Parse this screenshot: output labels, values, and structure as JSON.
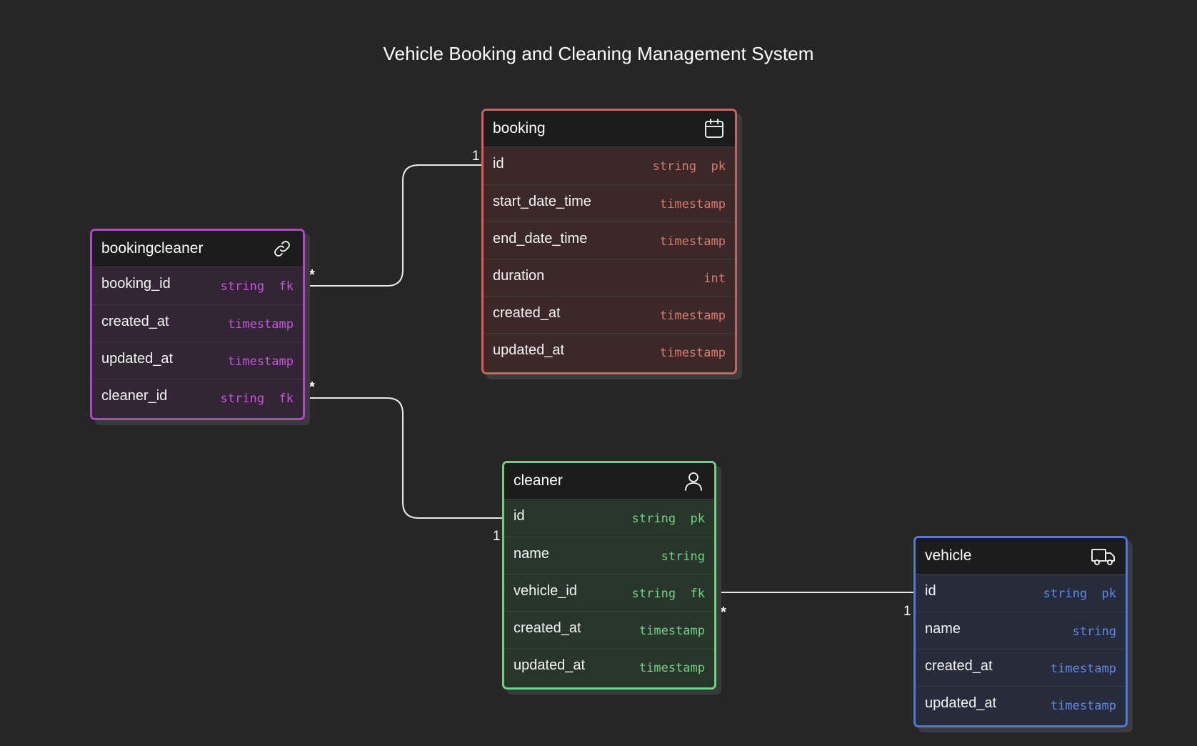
{
  "title": "Vehicle Booking and Cleaning Management System",
  "entities": {
    "booking": {
      "name": "booking",
      "icon": "calendar-icon",
      "color": "#c8665b",
      "fields": [
        {
          "name": "id",
          "type": "string  pk"
        },
        {
          "name": "start_date_time",
          "type": "timestamp"
        },
        {
          "name": "end_date_time",
          "type": "timestamp"
        },
        {
          "name": "duration",
          "type": "int"
        },
        {
          "name": "created_at",
          "type": "timestamp"
        },
        {
          "name": "updated_at",
          "type": "timestamp"
        }
      ]
    },
    "bookingcleaner": {
      "name": "bookingcleaner",
      "icon": "link-icon",
      "color": "#b046c8",
      "fields": [
        {
          "name": "booking_id",
          "type": "string  fk"
        },
        {
          "name": "created_at",
          "type": "timestamp"
        },
        {
          "name": "updated_at",
          "type": "timestamp"
        },
        {
          "name": "cleaner_id",
          "type": "string  fk"
        }
      ]
    },
    "cleaner": {
      "name": "cleaner",
      "icon": "user-icon",
      "color": "#6fcf82",
      "fields": [
        {
          "name": "id",
          "type": "string  pk"
        },
        {
          "name": "name",
          "type": "string"
        },
        {
          "name": "vehicle_id",
          "type": "string  fk"
        },
        {
          "name": "created_at",
          "type": "timestamp"
        },
        {
          "name": "updated_at",
          "type": "timestamp"
        }
      ]
    },
    "vehicle": {
      "name": "vehicle",
      "icon": "truck-icon",
      "color": "#4f78d8",
      "fields": [
        {
          "name": "id",
          "type": "string  pk"
        },
        {
          "name": "name",
          "type": "string"
        },
        {
          "name": "created_at",
          "type": "timestamp"
        },
        {
          "name": "updated_at",
          "type": "timestamp"
        }
      ]
    }
  },
  "relationships": [
    {
      "from": "bookingcleaner.booking_id",
      "to": "booking.id",
      "from_card": "*",
      "to_card": "1"
    },
    {
      "from": "bookingcleaner.cleaner_id",
      "to": "cleaner.id",
      "from_card": "*",
      "to_card": "1"
    },
    {
      "from": "cleaner.vehicle_id",
      "to": "vehicle.id",
      "from_card": "*",
      "to_card": "1"
    }
  ]
}
